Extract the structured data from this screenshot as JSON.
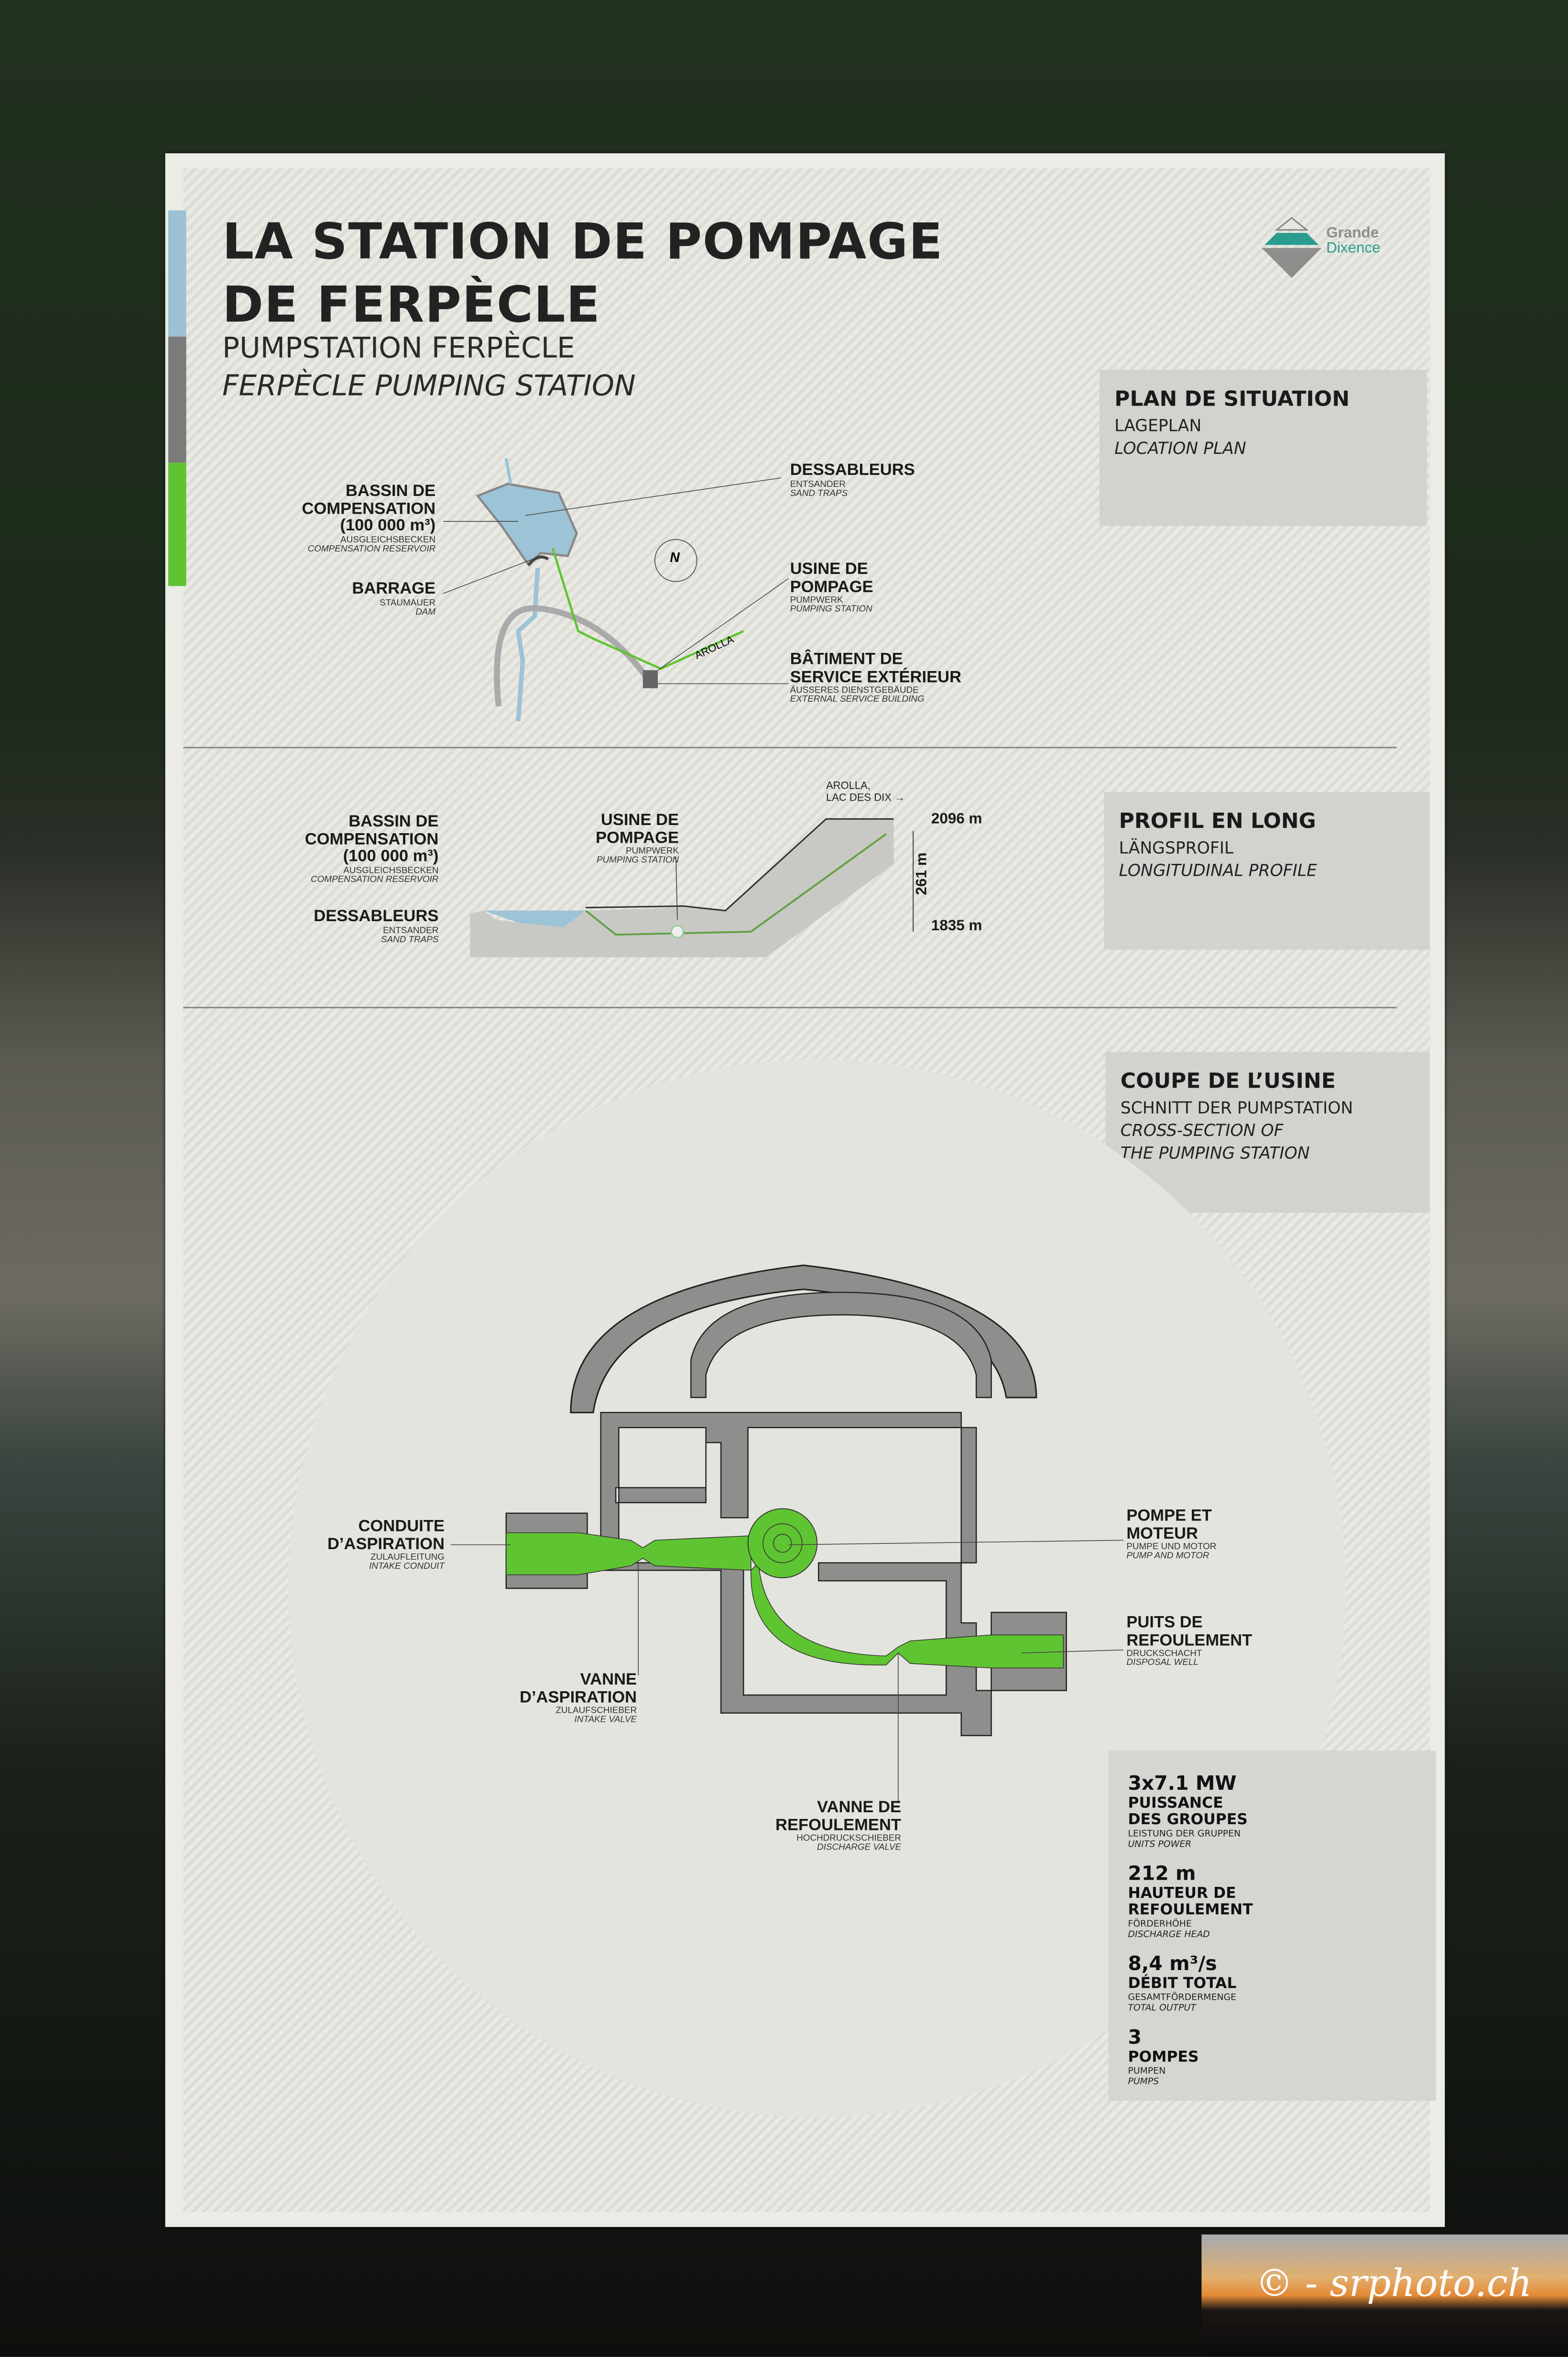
{
  "title": {
    "line1": "LA STATION DE POMPAGE",
    "line2": "DE FERPÈCLE",
    "de": "PUMPSTATION FERPÈCLE",
    "en": "FERPÈCLE PUMPING STATION"
  },
  "logo": {
    "line1": "Grande",
    "line2": "Dixence"
  },
  "sections": [
    {
      "fr": "PLAN DE SITUATION",
      "de": "LAGEPLAN",
      "en": "LOCATION PLAN"
    },
    {
      "fr": "PROFIL EN LONG",
      "de": "LÄNGSPROFIL",
      "en": "LONGITUDINAL PROFILE"
    },
    {
      "fr": "COUPE DE L’USINE",
      "de": "SCHNITT DER PUMPSTATION",
      "en1": "CROSS-SECTION OF",
      "en2": "THE PUMPING STATION"
    }
  ],
  "plan": {
    "bassin": {
      "l1": "BASSIN DE",
      "l2": "COMPENSATION",
      "l3": "(100 000 m³)",
      "de": "AUSGLEICHSBECKEN",
      "en": "COMPENSATION RESERVOIR"
    },
    "barrage": {
      "fr": "BARRAGE",
      "de": "STAUMAUER",
      "en": "DAM"
    },
    "dessableurs": {
      "fr": "DESSABLEURS",
      "de": "ENTSANDER",
      "en": "SAND TRAPS"
    },
    "usine": {
      "l1": "USINE DE",
      "l2": "POMPAGE",
      "de": "PUMPWERK",
      "en": "PUMPING STATION"
    },
    "batiment": {
      "l1": "BÂTIMENT DE",
      "l2": "SERVICE EXTÉRIEUR",
      "de": "ÄUSSERES DIENSTGEBÄUDE",
      "en": "EXTERNAL SERVICE BUILDING"
    },
    "north": "N",
    "arolla": "AROLLA"
  },
  "profile": {
    "bassin": {
      "l1": "BASSIN DE",
      "l2": "COMPENSATION",
      "l3": "(100 000 m³)",
      "de": "AUSGLEICHSBECKEN",
      "en": "COMPENSATION RESERVOIR"
    },
    "dessableurs": {
      "fr": "DESSABLEURS",
      "de": "ENTSANDER",
      "en": "SAND TRAPS"
    },
    "usine": {
      "l1": "USINE DE",
      "l2": "POMPAGE",
      "de": "PUMPWERK",
      "en": "PUMPING STATION"
    },
    "dest1": "AROLLA,",
    "dest2": "LAC DES DIX →",
    "top": "2096 m",
    "bottom": "1835 m",
    "height": "261 m"
  },
  "section": {
    "conduite": {
      "l1": "CONDUITE",
      "l2": "D’ASPIRATION",
      "de": "ZULAUFLEITUNG",
      "en": "INTAKE CONDUIT"
    },
    "vanneAsp": {
      "l1": "VANNE",
      "l2": "D’ASPIRATION",
      "de": "ZULAUFSCHIEBER",
      "en": "INTAKE VALVE"
    },
    "pompe": {
      "l1": "POMPE ET",
      "l2": "MOTEUR",
      "de": "PUMPE UND MOTOR",
      "en": "PUMP AND MOTOR"
    },
    "puits": {
      "l1": "PUITS DE",
      "l2": "REFOULEMENT",
      "de": "DRUCKSCHACHT",
      "en": "DISPOSAL WELL"
    },
    "vanneRef": {
      "l1": "VANNE DE",
      "l2": "REFOULEMENT",
      "de": "HOCHDRUCKSCHIEBER",
      "en": "DISCHARGE VALVE"
    }
  },
  "stats": [
    {
      "value": "3x7.1 MW",
      "fr1": "PUISSANCE",
      "fr2": "DES GROUPES",
      "de": "LEISTUNG DER GRUPPEN",
      "en": "UNITS POWER"
    },
    {
      "value": "212 m",
      "fr1": "HAUTEUR DE",
      "fr2": "REFOULEMENT",
      "de": "FÖRDERHÖHE",
      "en": "DISCHARGE HEAD"
    },
    {
      "value": "8,4 m³/s",
      "fr1": "DÉBIT TOTAL",
      "fr2": "",
      "de": "GESAMTFÖRDERMENGE",
      "en": "TOTAL OUTPUT"
    },
    {
      "value": "3",
      "fr1": "POMPES",
      "fr2": "",
      "de": "PUMPEN",
      "en": "PUMPS"
    }
  ],
  "watermark": "© - srphoto.ch",
  "colors": {
    "green": "#5fc431",
    "water": "#9cc3d6",
    "teal": "#2a9d8f",
    "gray": "#8e8e8c"
  }
}
